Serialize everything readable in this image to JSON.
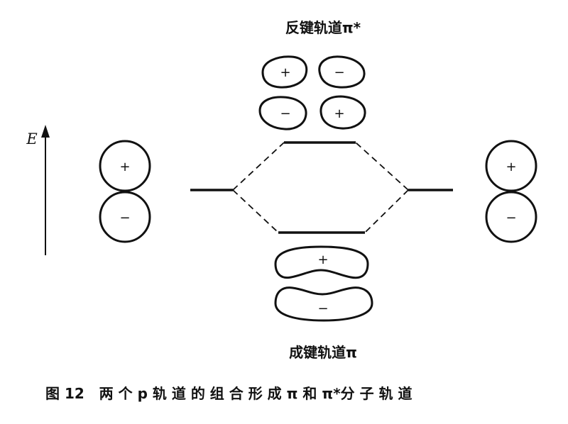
{
  "labels": {
    "antibonding": "反键轨道π*",
    "bonding": "成键轨道π",
    "energy_axis": "E",
    "caption": "图 12   两 个 p 轨 道 的 组 合 形 成 π 和 π*分 子 轨 道"
  },
  "signs": {
    "plus": "+",
    "minus": "−"
  }
}
